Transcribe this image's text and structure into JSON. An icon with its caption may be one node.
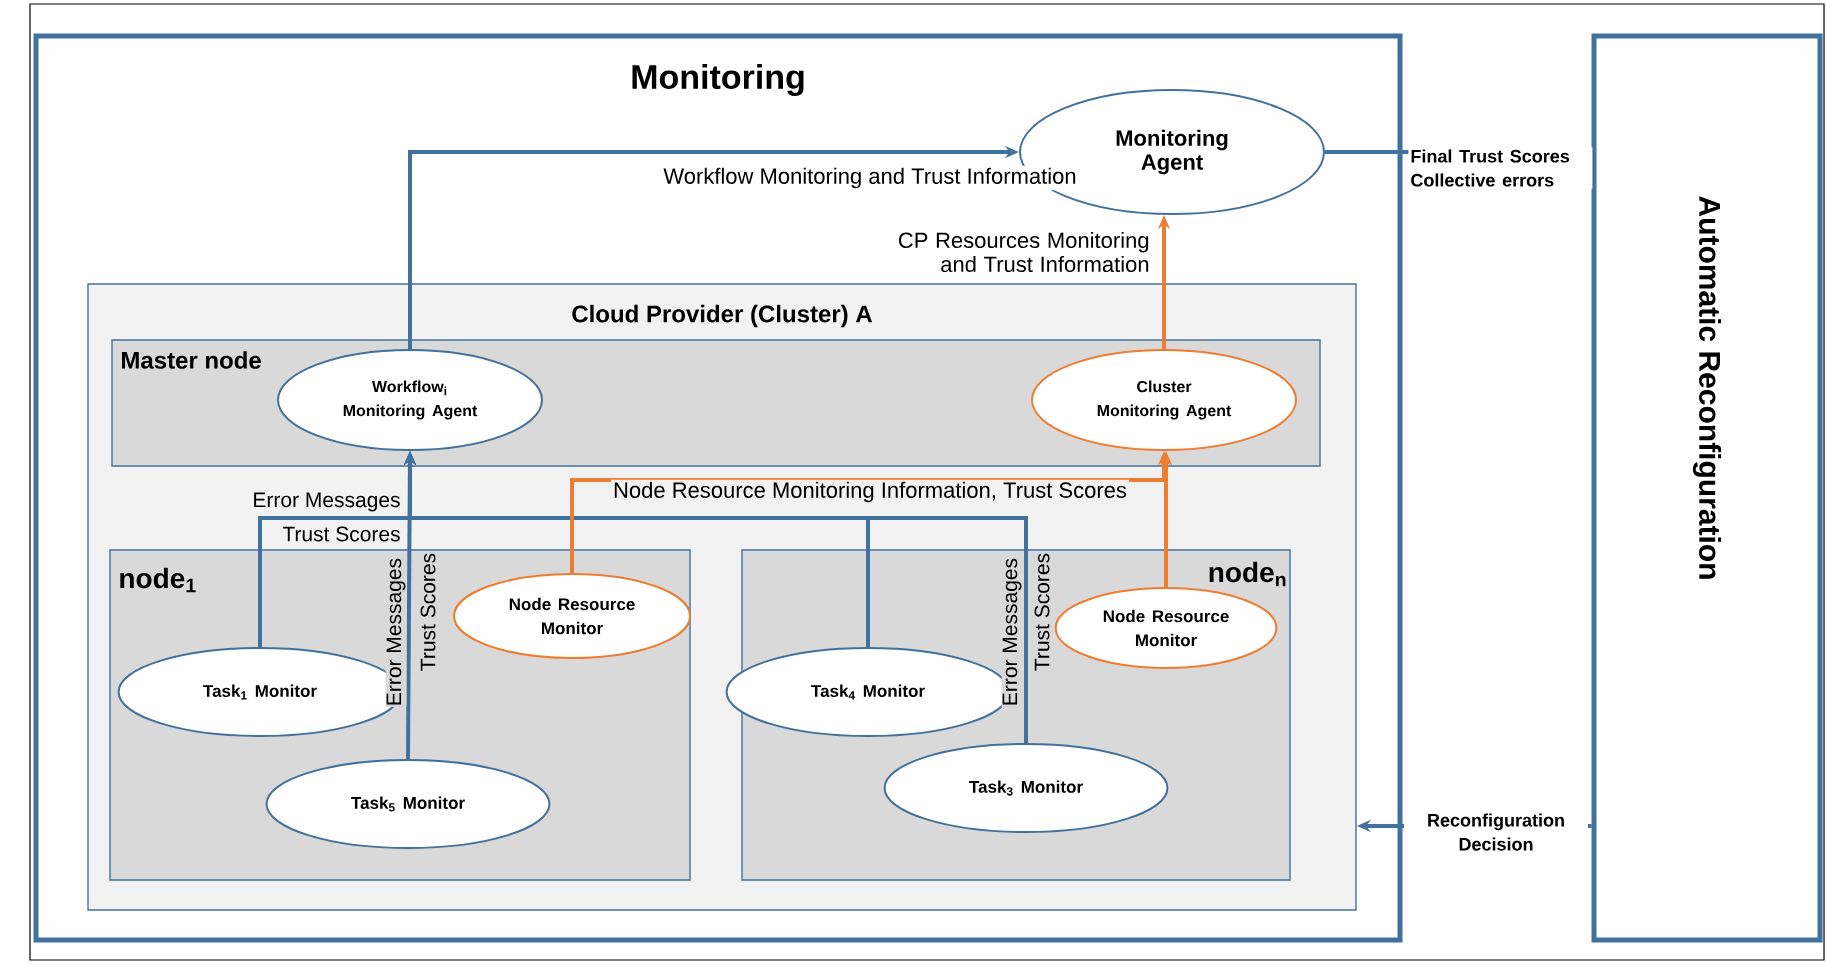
{
  "diagram": {
    "title": "Monitoring",
    "nodes": [
      {
        "text": [],
        "shape": "box"
      },
      {
        "text": [
          "Monitoring Agent"
        ],
        "in": 0
      },
      {
        "text": [
          "Cloud Provider (Cluster) A"
        ],
        "in": 0
      },
      {
        "text": [
          "Master node"
        ],
        "in": 2
      },
      {
        "text": [
          "Workflow$_{i}$ Monitoring Agent"
        ],
        "in": 3
      },
      {
        "text": [
          "Cluster Monitoring Agent"
        ],
        "in": 3
      },
      {
        "text": [
          "node$_{1}$"
        ],
        "in": 2
      },
      {
        "text": [
          "Task$_{1}$ Monitor"
        ],
        "in": 6
      },
      {
        "text": [
          "Node Resource Monitor"
        ],
        "in": 6
      },
      {
        "text": [
          "Task$_{5}$ Monitor"
        ],
        "in": 6
      },
      {
        "text": [
          "node$_{n}$"
        ],
        "in": 2
      },
      {
        "text": [
          "Task$_{4}$ Monitor"
        ],
        "in": 10
      },
      {
        "text": [
          "Node Resource Monitor"
        ],
        "in": 10
      },
      {
        "text": [
          "Task$_{3}$ Monitor"
        ],
        "in": 10
      },
      {
        "text": [
          "Automatic Reconfiguration"
        ]
      }
    ],
    "edges": [
      {
        "from": 4,
        "to": 1,
        "arrow": "to",
        "label": "Workflow Monitoring and Trust Information"
      },
      {
        "from": 5,
        "to": 1,
        "arrow": "to",
        "label": "CP Resources Monitoring and Trust Information",
        "color": "#ed7d31"
      },
      {
        "from": 1,
        "to": 14,
        "arrow": "none",
        "label": "Final Trust Scores Collective errors"
      },
      {
        "from": 14,
        "to": 2,
        "arrow": "to",
        "label": "Reconfiguration Decision"
      },
      {
        "from": 7,
        "to": 4,
        "arrow": "to"
      },
      {
        "from": 9,
        "to": 4,
        "arrow": "to"
      },
      {
        "from": 11,
        "to": 4,
        "arrow": "to"
      },
      {
        "from": 13,
        "to": 4,
        "arrow": "to"
      },
      {
        "from": 8,
        "to": 5,
        "arrow": "to",
        "label": "Node Resource Monitoring Information, Trust Scores",
        "color": "#ed7d31"
      },
      {
        "from": 12,
        "to": 5,
        "arrow": "to",
        "color": "#ed7d31"
      }
    ],
    "labels": [
      "Error Messages",
      "Trust Scores",
      "Error Messages",
      "Trust Scores",
      "Error Messages",
      "Trust Scores"
    ]
  }
}
